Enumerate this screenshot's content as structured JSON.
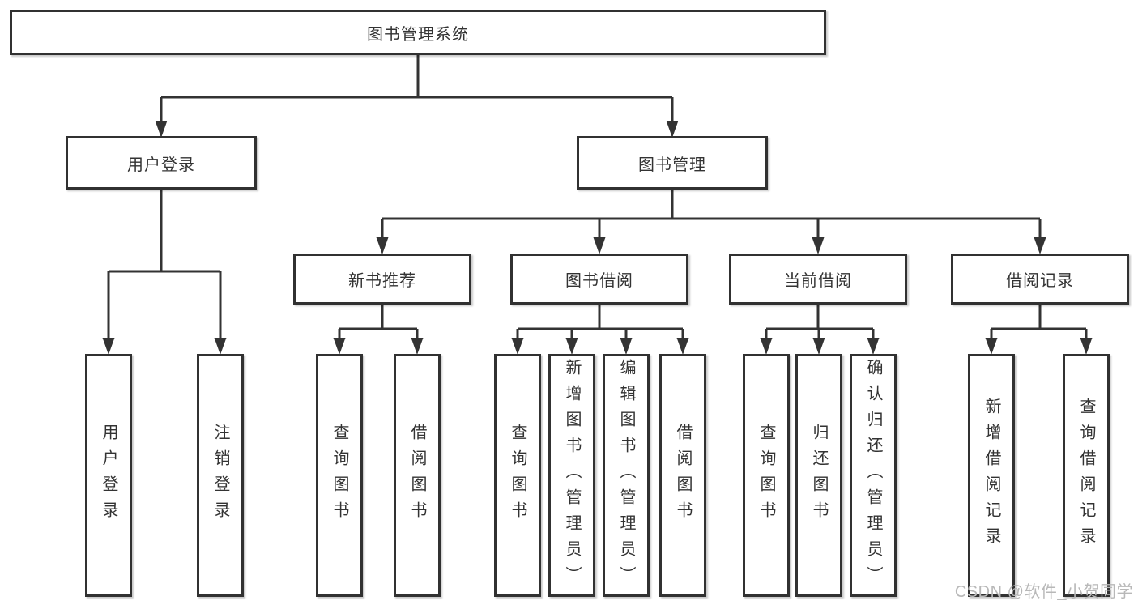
{
  "colors": {
    "background": "#ffffff",
    "line": "#333333",
    "border": "#313131",
    "text": "#333333",
    "watermark": "#b8b8b8"
  },
  "diagram": {
    "root": {
      "label": "图书管理系统"
    },
    "level2": {
      "user_login": {
        "label": "用户登录"
      },
      "book_mgmt": {
        "label": "图书管理"
      }
    },
    "level3": {
      "new_book": {
        "label": "新书推荐"
      },
      "book_borrow": {
        "label": "图书借阅"
      },
      "current_borrow": {
        "label": "当前借阅"
      },
      "borrow_record": {
        "label": "借阅记录"
      }
    },
    "leaves": {
      "user_login": [
        "用户登录",
        "注销登录"
      ],
      "new_book": [
        "查询图书",
        "借阅图书"
      ],
      "book_borrow": [
        "查询图书",
        "新增图书（管理员）",
        "编辑图书（管理员）",
        "借阅图书"
      ],
      "current_borrow": [
        "查询图书",
        "归还图书",
        "确认归还（管理员）"
      ],
      "borrow_record": [
        "新增借阅记录",
        "查询借阅记录"
      ]
    }
  },
  "watermark": {
    "text": "CSDN @软件_小贺同学"
  }
}
